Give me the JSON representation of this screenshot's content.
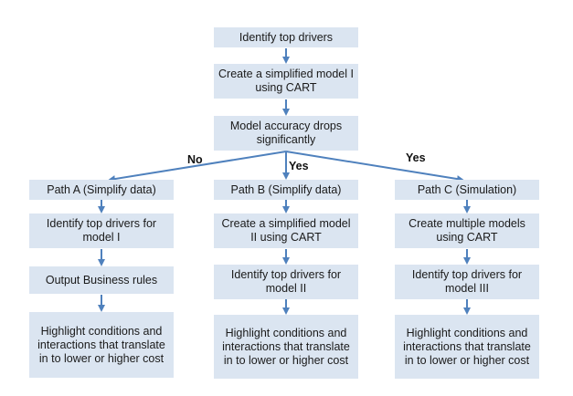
{
  "colors": {
    "box_fill": "#dbe5f1",
    "arrow": "#4f81bd"
  },
  "nodes": {
    "identify_top": "Identify top drivers",
    "create_model_i": "Create a simplified model I using CART",
    "accuracy_drops": "Model accuracy drops significantly",
    "path_a": "Path A (Simplify data)",
    "path_b": "Path B (Simplify data)",
    "path_c": "Path C (Simulation)",
    "a_identify": "Identify top drivers for model I",
    "a_output": "Output Business rules",
    "a_highlight": "Highlight conditions and interactions that translate in to lower or higher cost",
    "b_create": "Create a simplified model II using CART",
    "b_identify": "Identify top drivers for model II",
    "b_highlight": "Highlight conditions and interactions that translate in to lower or higher cost",
    "c_create": "Create multiple models using CART",
    "c_identify": "Identify top drivers for model III",
    "c_highlight": "Highlight conditions and interactions that translate in to lower or higher cost"
  },
  "edge_labels": {
    "no": "No",
    "yes_b": "Yes",
    "yes_c": "Yes"
  }
}
